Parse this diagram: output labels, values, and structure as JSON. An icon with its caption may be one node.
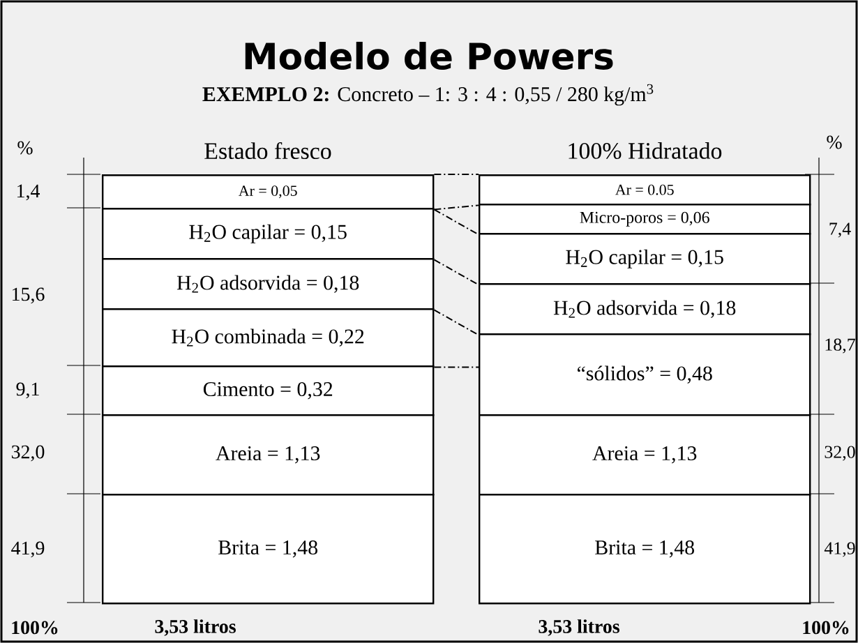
{
  "diagram": {
    "title": "Modelo de Powers",
    "caption": "**EXEMPLO 2:** Concreto – 1: 3 : 4 : 0,55  / 280 kg/m$^{3}$",
    "nodes": [
      {
        "text": [
          "Ar = 0,05"
        ]
      },
      {
        "text": [
          "H$_{2}$O capilar = 0,15"
        ]
      },
      {
        "text": [
          "H$_{2}$O adsorvida = 0,18"
        ]
      },
      {
        "text": [
          "H$_{2}$O combinada = 0,22"
        ]
      },
      {
        "text": [
          "Cimento = 0,32"
        ]
      },
      {
        "text": [
          "Areia = 1,13"
        ]
      },
      {
        "text": [
          "Brita = 1,48"
        ]
      },
      {
        "text": [
          "Ar = 0.05"
        ]
      },
      {
        "text": [
          "Micro-poros = 0,06"
        ]
      },
      {
        "text": [
          "H$_{2}$O capilar = 0,15"
        ]
      },
      {
        "text": [
          "H$_{2}$O adsorvida = 0,18"
        ]
      },
      {
        "text": [
          "“sólidos” = 0,48"
        ]
      },
      {
        "text": [
          "Areia = 1,13"
        ]
      },
      {
        "text": [
          "Brita = 1,48"
        ]
      }
    ],
    "edges": [
      {
        "from": 0,
        "to": 7,
        "arrow": "none",
        "style": "dashed"
      },
      {
        "from": 0,
        "to": 7,
        "arrow": "none",
        "style": "dashed"
      },
      {
        "from": 0,
        "to": 8,
        "arrow": "none",
        "style": "dashed"
      },
      {
        "from": 1,
        "to": 9,
        "arrow": "none",
        "style": "dashed"
      },
      {
        "from": 2,
        "to": 10,
        "arrow": "none",
        "style": "dashed"
      },
      {
        "from": 3,
        "to": 11,
        "arrow": "none",
        "style": "dashed"
      }
    ],
    "labels": [
      "%",
      "Estado fresco",
      "100% Hidratado",
      "%",
      "1,4",
      "7,4",
      "15,6",
      "18,7",
      "9,1",
      "32,0",
      "32,0",
      "41,9",
      "41,9",
      "100%",
      "3,53 litros",
      "3,53 litros",
      "100%"
    ]
  }
}
